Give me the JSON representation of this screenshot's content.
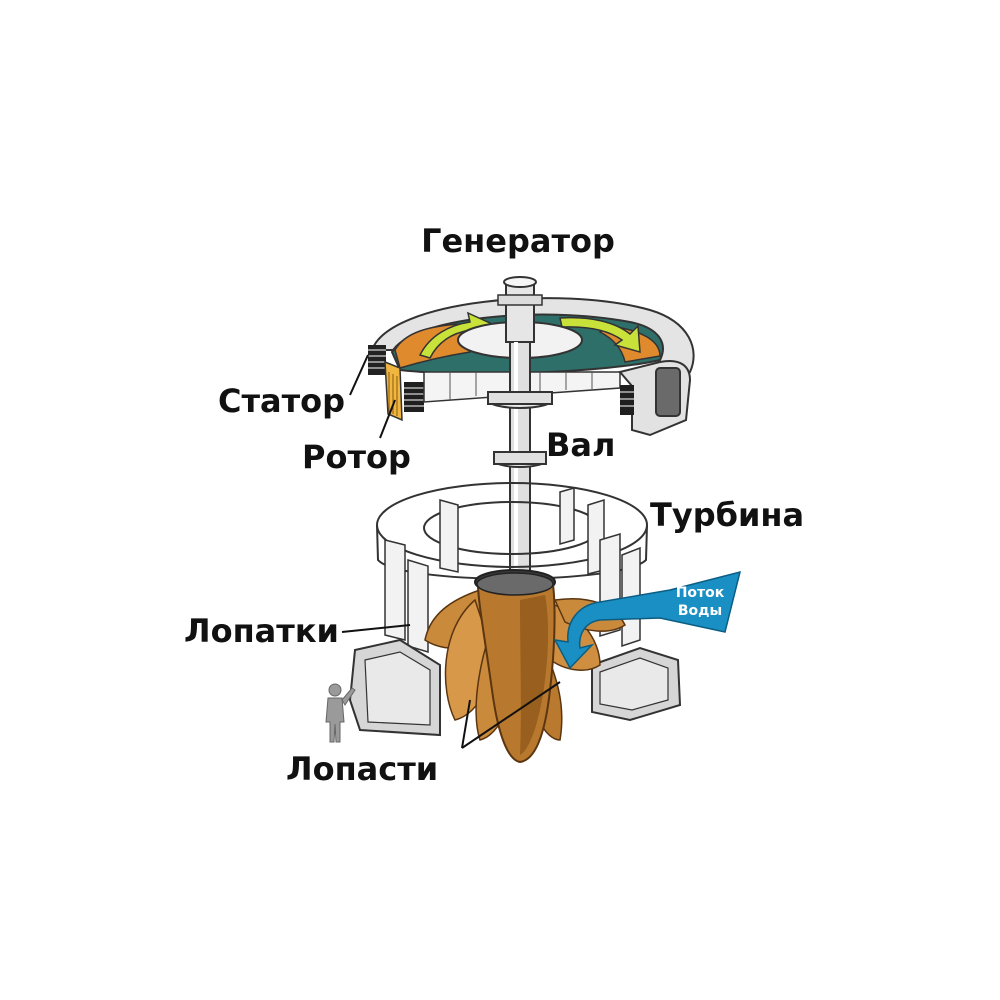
{
  "labels": {
    "generator": "Генератор",
    "stator": "Статор",
    "rotor": "Ротор",
    "shaft": "Вал",
    "turbine": "Турбина",
    "wicket_gates": "Лопатки",
    "runner_blades": "Лопасти",
    "water_flow_line1": "Поток",
    "water_flow_line2": "Воды"
  },
  "colors": {
    "stator_core": "#2f6f6a",
    "rotor_orange": "#e08a2e",
    "runner_bronze": "#c98a3c",
    "runner_dark": "#7a4a14",
    "arrow_green": "#c8e23a",
    "water_blue": "#1a8fc4",
    "metal_light": "#e8e8e8",
    "metal_mid": "#c8c8c8",
    "outline": "#333333"
  },
  "icons": [
    "human-scale-figure",
    "rotation-arrow",
    "water-flow-arrow"
  ]
}
